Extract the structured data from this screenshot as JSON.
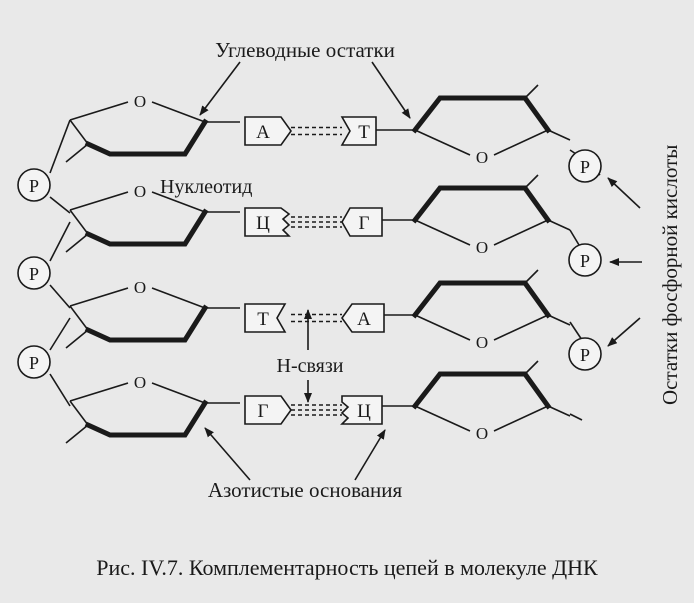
{
  "labels": {
    "sugars": "Углеводные остатки",
    "nucleotide": "Нуклеотид",
    "phosphates": "Остатки фосфорной кислоты",
    "hbonds": "Н-связи",
    "bases": "Азотистые основания"
  },
  "atoms": {
    "oxygen": "О",
    "phosphate": "Р"
  },
  "pairs": [
    {
      "left": "А",
      "right": "Т"
    },
    {
      "left": "Ц",
      "right": "Г"
    },
    {
      "left": "Т",
      "right": "А"
    },
    {
      "left": "Г",
      "right": "Ц"
    }
  ],
  "caption": "Рис. IV.7. Комплементарность цепей в молекуле ДНК"
}
